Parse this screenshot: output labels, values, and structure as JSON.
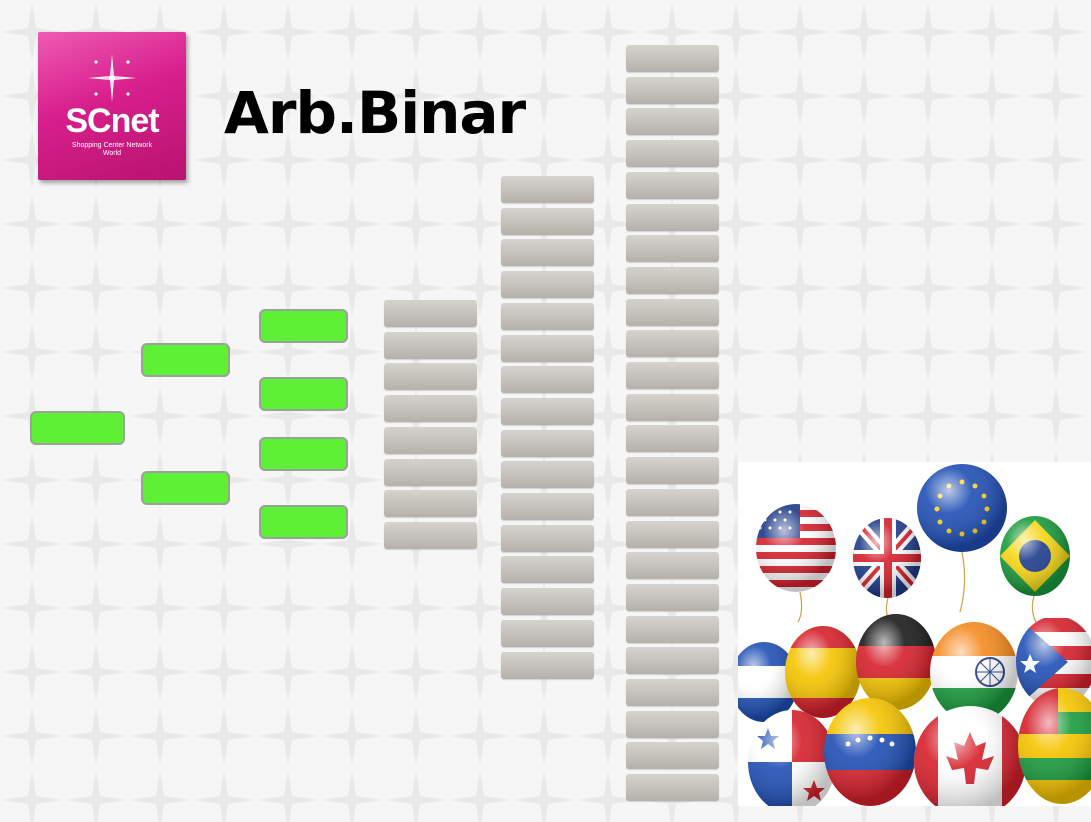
{
  "title": "Arb.Binar",
  "logo": {
    "brand": "SCnet",
    "tagline1": "Shopping Center Network",
    "tagline2": "World"
  },
  "tree": {
    "level1_nodes": 1,
    "level2_nodes": 2,
    "level3_nodes": 4,
    "level4_slots": 8,
    "level5_slots": 16,
    "level6_slots": 24
  },
  "colors": {
    "node_fill": "#5ef035",
    "slot_fill": "#c5c3bc",
    "logo_pink": "#d81f8c"
  },
  "illustration": "flag-balloons"
}
